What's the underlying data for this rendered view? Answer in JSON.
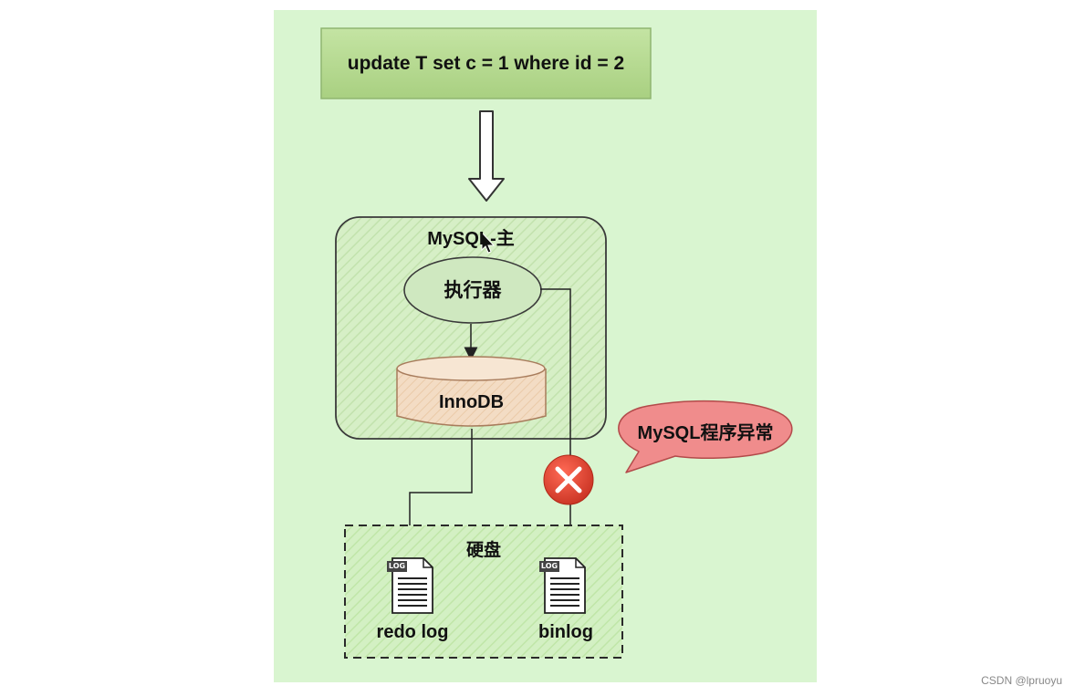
{
  "diagram": {
    "sql_statement": "update T set c = 1 where id = 2",
    "mysql_main_title": "MySQL-主",
    "executor_label": "执行器",
    "innodb_label": "InnoDB",
    "error_callout": "MySQL程序异常",
    "disk_label": "硬盘",
    "redo_log_label": "redo log",
    "binlog_label": "binlog",
    "log_icon_tag": "LOG",
    "colors": {
      "panel_background": "#d9f5d0",
      "sql_box": "#b5d98f",
      "error_bubble": "#f08c8c",
      "error_icon": "#e04a3a",
      "innodb_cylinder": "#f3dcc4",
      "executor_ellipse": "#cfe8c0"
    }
  },
  "watermark": "CSDN @lpruoyu"
}
